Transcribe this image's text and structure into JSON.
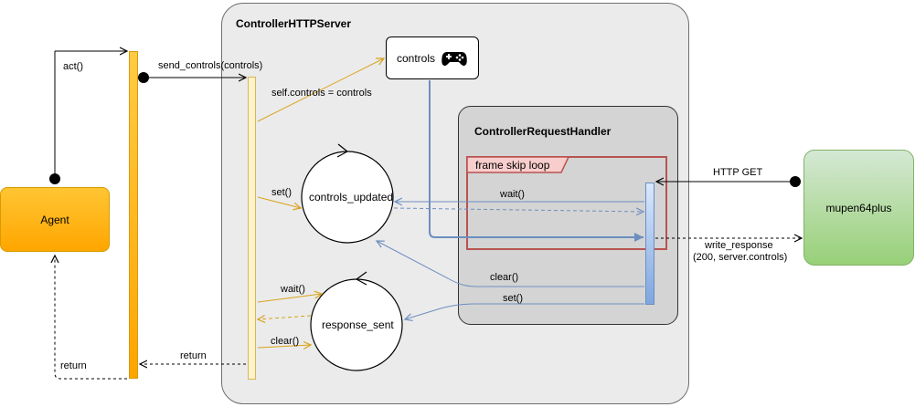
{
  "server": {
    "title": "ControllerHTTPServer"
  },
  "handler": {
    "title": "ControllerRequestHandler"
  },
  "loop": {
    "label": "frame skip loop"
  },
  "controls_box": {
    "label": "controls",
    "icon": "gamepad-icon"
  },
  "agent": {
    "label": "Agent"
  },
  "emulator": {
    "label": "mupen64plus"
  },
  "states": {
    "controls_updated": "controls_updated",
    "response_sent": "response_sent"
  },
  "messages": {
    "act": "act()",
    "send_controls": "send_controls(controls)",
    "assign_controls": "self.controls = controls",
    "set_updated": "set()",
    "wait_response": "wait()",
    "clear_response": "clear()",
    "return_server": "return",
    "return_agent": "return",
    "http_get": "HTTP GET",
    "wait_updated": "wait()",
    "write_response_line1": "write_response",
    "write_response_line2": "(200, server.controls)",
    "clear_updated": "clear()",
    "set_response": "set()"
  },
  "colors": {
    "agent_fill": "#FFB300",
    "emulator_fill": "#8CC968",
    "server_fill": "#EBEBEB",
    "handler_fill": "#D4D4D4",
    "loop_border": "#B85450",
    "loop_tab": "#F8CECC",
    "orange_arrow": "#D9A21B",
    "blue_arrow": "#6C8EBF"
  }
}
